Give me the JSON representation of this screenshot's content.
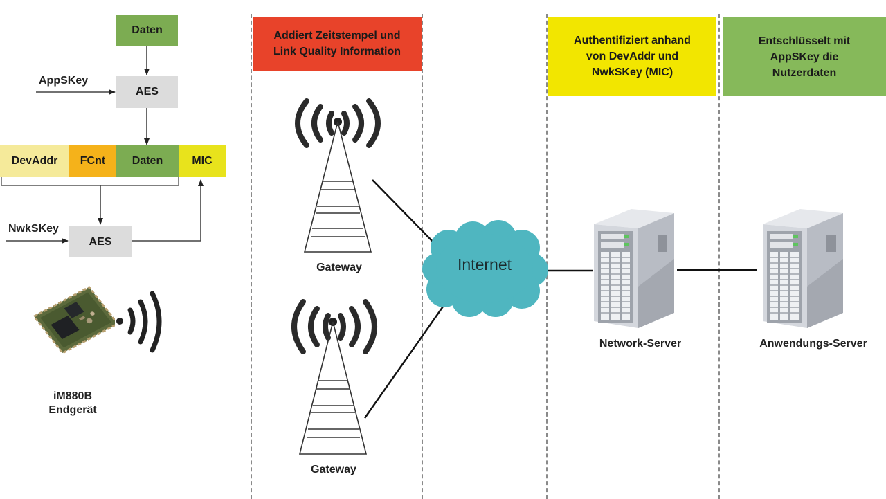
{
  "colors": {
    "daten_green": "#7cac52",
    "aes_gray": "#dcdcdc",
    "devaddr_yellow": "#f5ea9a",
    "fcnt_orange": "#f5b21a",
    "mic_yellow": "#e8e31c",
    "gateway_header_red": "#e8432a",
    "network_header_yellow": "#f2e600",
    "app_header_green": "#86b95a",
    "cloud_teal": "#4fb6c0"
  },
  "endgeraet": {
    "daten_top": "Daten",
    "aes_top": "AES",
    "appskey": "AppSKey",
    "frame": {
      "devaddr": "DevAddr",
      "fcnt": "FCnt",
      "daten": "Daten",
      "mic": "MIC"
    },
    "nwkskey": "NwkSKey",
    "aes_bottom": "AES",
    "device_name": "iM880B",
    "device_role": "Endgerät"
  },
  "columns": {
    "gateway": {
      "header_line1": "Addiert Zeitstempel und",
      "header_line2": "Link Quality Information",
      "gateway1_label": "Gateway",
      "gateway2_label": "Gateway"
    },
    "internet": {
      "label": "Internet"
    },
    "network_server": {
      "header_line1": "Authentifiziert anhand",
      "header_line2": "von DevAddr und",
      "header_line3": "NwkSKey (MIC)",
      "label": "Network-Server"
    },
    "app_server": {
      "header_line1": "Entschlüsselt mit",
      "header_line2": "AppSKey die",
      "header_line3": "Nutzerdaten",
      "label": "Anwendungs-Server"
    }
  }
}
